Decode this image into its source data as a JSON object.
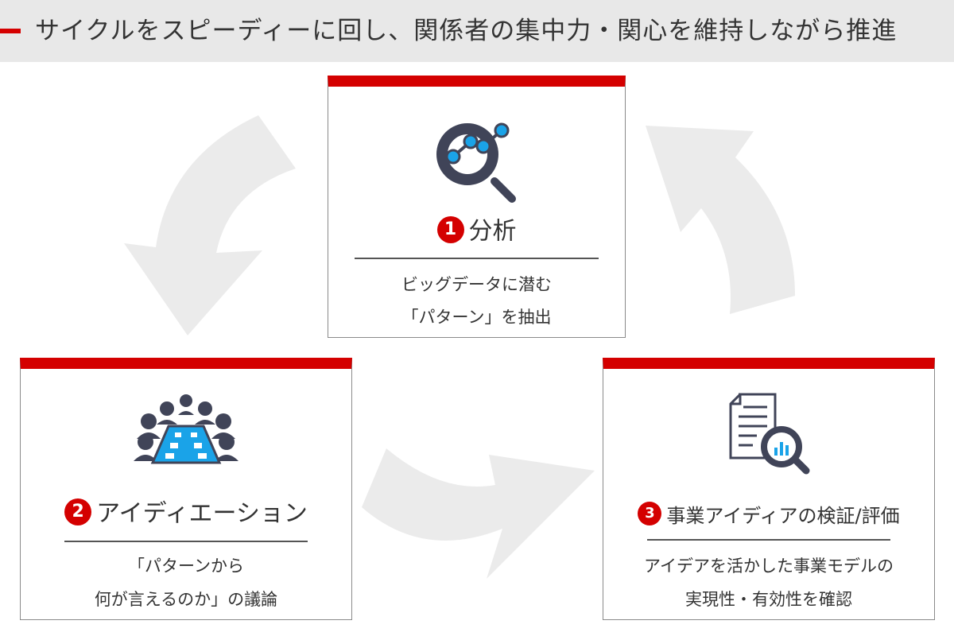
{
  "header": {
    "title": "サイクルをスピーディーに回し、関係者の集中力・関心を維持しながら推進",
    "accent_color": "#d50000"
  },
  "colors": {
    "accent": "#d40000",
    "icon_dark": "#404458",
    "icon_blue": "#1aa3e8",
    "arrow_gray": "#ebebeb"
  },
  "steps": [
    {
      "number": "1",
      "title": "分析",
      "icon": "magnifier-chart-icon",
      "desc_line1": "ビッグデータに潜む",
      "desc_line2": "「パターン」を抽出"
    },
    {
      "number": "2",
      "title": "アイディエーション",
      "icon": "meeting-table-icon",
      "desc_line1": "「パターンから",
      "desc_line2": "何が言えるのか」の議論"
    },
    {
      "number": "3",
      "title": "事業アイディアの検証/評価",
      "icon": "document-analysis-icon",
      "desc_line1": "アイデアを活かした事業モデルの",
      "desc_line2": "実現性・有効性を確認"
    }
  ]
}
